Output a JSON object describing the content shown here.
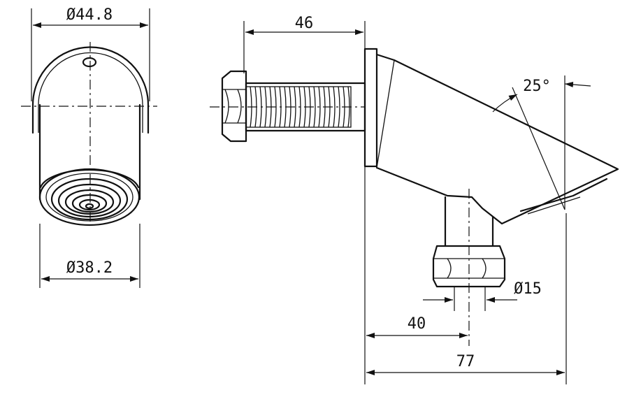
{
  "dimensions": {
    "dia_outer": "Ø44.8",
    "dia_aerator": "Ø38.2",
    "thread_length": "46",
    "spout_angle": "25°",
    "dia_inlet": "Ø15",
    "inlet_offset": "40",
    "spout_projection": "77"
  }
}
